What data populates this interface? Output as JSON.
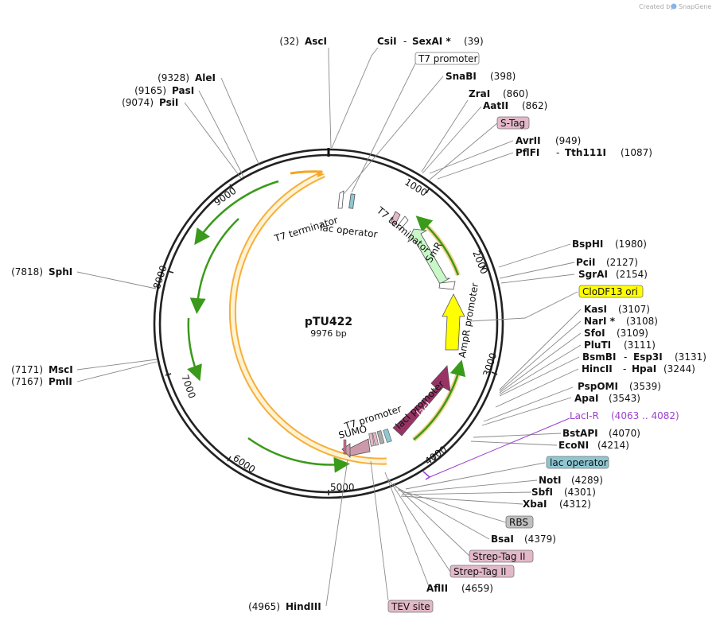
{
  "credit": {
    "text": "Created by",
    "brand": "SnapGene"
  },
  "plasmid": {
    "name": "pTU422",
    "length": "9976 bp"
  },
  "ruler": [
    "1000",
    "2000",
    "3000",
    "4000",
    "5000",
    "6000",
    "7000",
    "8000",
    "9000"
  ],
  "sites_left": [
    {
      "pos": "(32)",
      "name": "AscI"
    },
    {
      "pos": "(9328)",
      "name": "AleI"
    },
    {
      "pos": "(9165)",
      "name": "PasI"
    },
    {
      "pos": "(9074)",
      "name": "PsiI"
    },
    {
      "pos": "(7818)",
      "name": "SphI"
    },
    {
      "pos": "(7171)",
      "name": "MscI"
    },
    {
      "pos": "(7167)",
      "name": "PmlI"
    },
    {
      "pos": "(4965)",
      "name": "HindIII"
    }
  ],
  "sites_right": [
    {
      "name": "CsiI",
      "sep": "-",
      "name2": "SexAI *",
      "pos": "(39)"
    },
    {
      "name": "SnaBI",
      "pos": "(398)"
    },
    {
      "name": "ZraI",
      "pos": "(860)"
    },
    {
      "name": "AatII",
      "pos": "(862)"
    },
    {
      "name": "AvrII",
      "pos": "(949)"
    },
    {
      "name": "PflFI",
      "sep": "-",
      "name2": "Tth111I",
      "pos": "(1087)"
    },
    {
      "name": "BspHI",
      "pos": "(1980)"
    },
    {
      "name": "PciI",
      "pos": "(2127)"
    },
    {
      "name": "SgrAI",
      "pos": "(2154)"
    },
    {
      "name": "KasI",
      "pos": "(3107)"
    },
    {
      "name": "NarI *",
      "pos": "(3108)"
    },
    {
      "name": "SfoI",
      "pos": "(3109)"
    },
    {
      "name": "PluTI",
      "pos": "(3111)"
    },
    {
      "name": "BsmBI",
      "sep": "-",
      "name2": "Esp3I",
      "pos": "(3131)"
    },
    {
      "name": "HincII",
      "sep": "-",
      "name2": "HpaI",
      "pos": "(3244)"
    },
    {
      "name": "PspOMI",
      "pos": "(3539)"
    },
    {
      "name": "ApaI",
      "pos": "(3543)"
    },
    {
      "name": "BstAPI",
      "pos": "(4070)"
    },
    {
      "name": "EcoNI",
      "pos": "(4214)"
    },
    {
      "name": "NotI",
      "pos": "(4289)"
    },
    {
      "name": "SbfI",
      "pos": "(4301)"
    },
    {
      "name": "XbaI",
      "pos": "(4312)"
    },
    {
      "name": "BsaI",
      "pos": "(4379)"
    },
    {
      "name": "AflII",
      "pos": "(4659)"
    }
  ],
  "primer": {
    "name": "LacI-R",
    "range": "(4063 .. 4082)",
    "color": "#9b3fd1"
  },
  "feature_boxes": [
    {
      "label": "T7 promoter",
      "color": "#ffffff"
    },
    {
      "label": "S-Tag",
      "color": "#e3b8c8"
    },
    {
      "label": "CloDF13 ori",
      "color": "#ffff00"
    },
    {
      "label": "lac operator",
      "color": "#8ec7d2"
    },
    {
      "label": "RBS",
      "color": "#c0c0c0"
    },
    {
      "label": "Strep-Tag II",
      "color": "#e3b8c8"
    },
    {
      "label": "Strep-Tag II",
      "color": "#e3b8c8"
    },
    {
      "label": "TEV site",
      "color": "#e3b8c8"
    }
  ],
  "inner_labels": {
    "t7_terminator_1": "T7 terminator",
    "lac_operator": "lac operator",
    "t7_terminator_2": "T7 terminator",
    "smr": "SmR",
    "ampr_promoter": "AmpR promoter",
    "laci": "lacI",
    "laci_promoter": "lacI promoter",
    "t7_promoter": "T7 promoter",
    "sumo": "SUMO"
  },
  "colors": {
    "ring": "#222222",
    "orange_arc": "#f5a623",
    "green_arc": "#3a9a1a",
    "smr": "#c8f7c8",
    "ampr": "#ffff00",
    "laci": "#993366",
    "sumo": "#cc99aa"
  }
}
